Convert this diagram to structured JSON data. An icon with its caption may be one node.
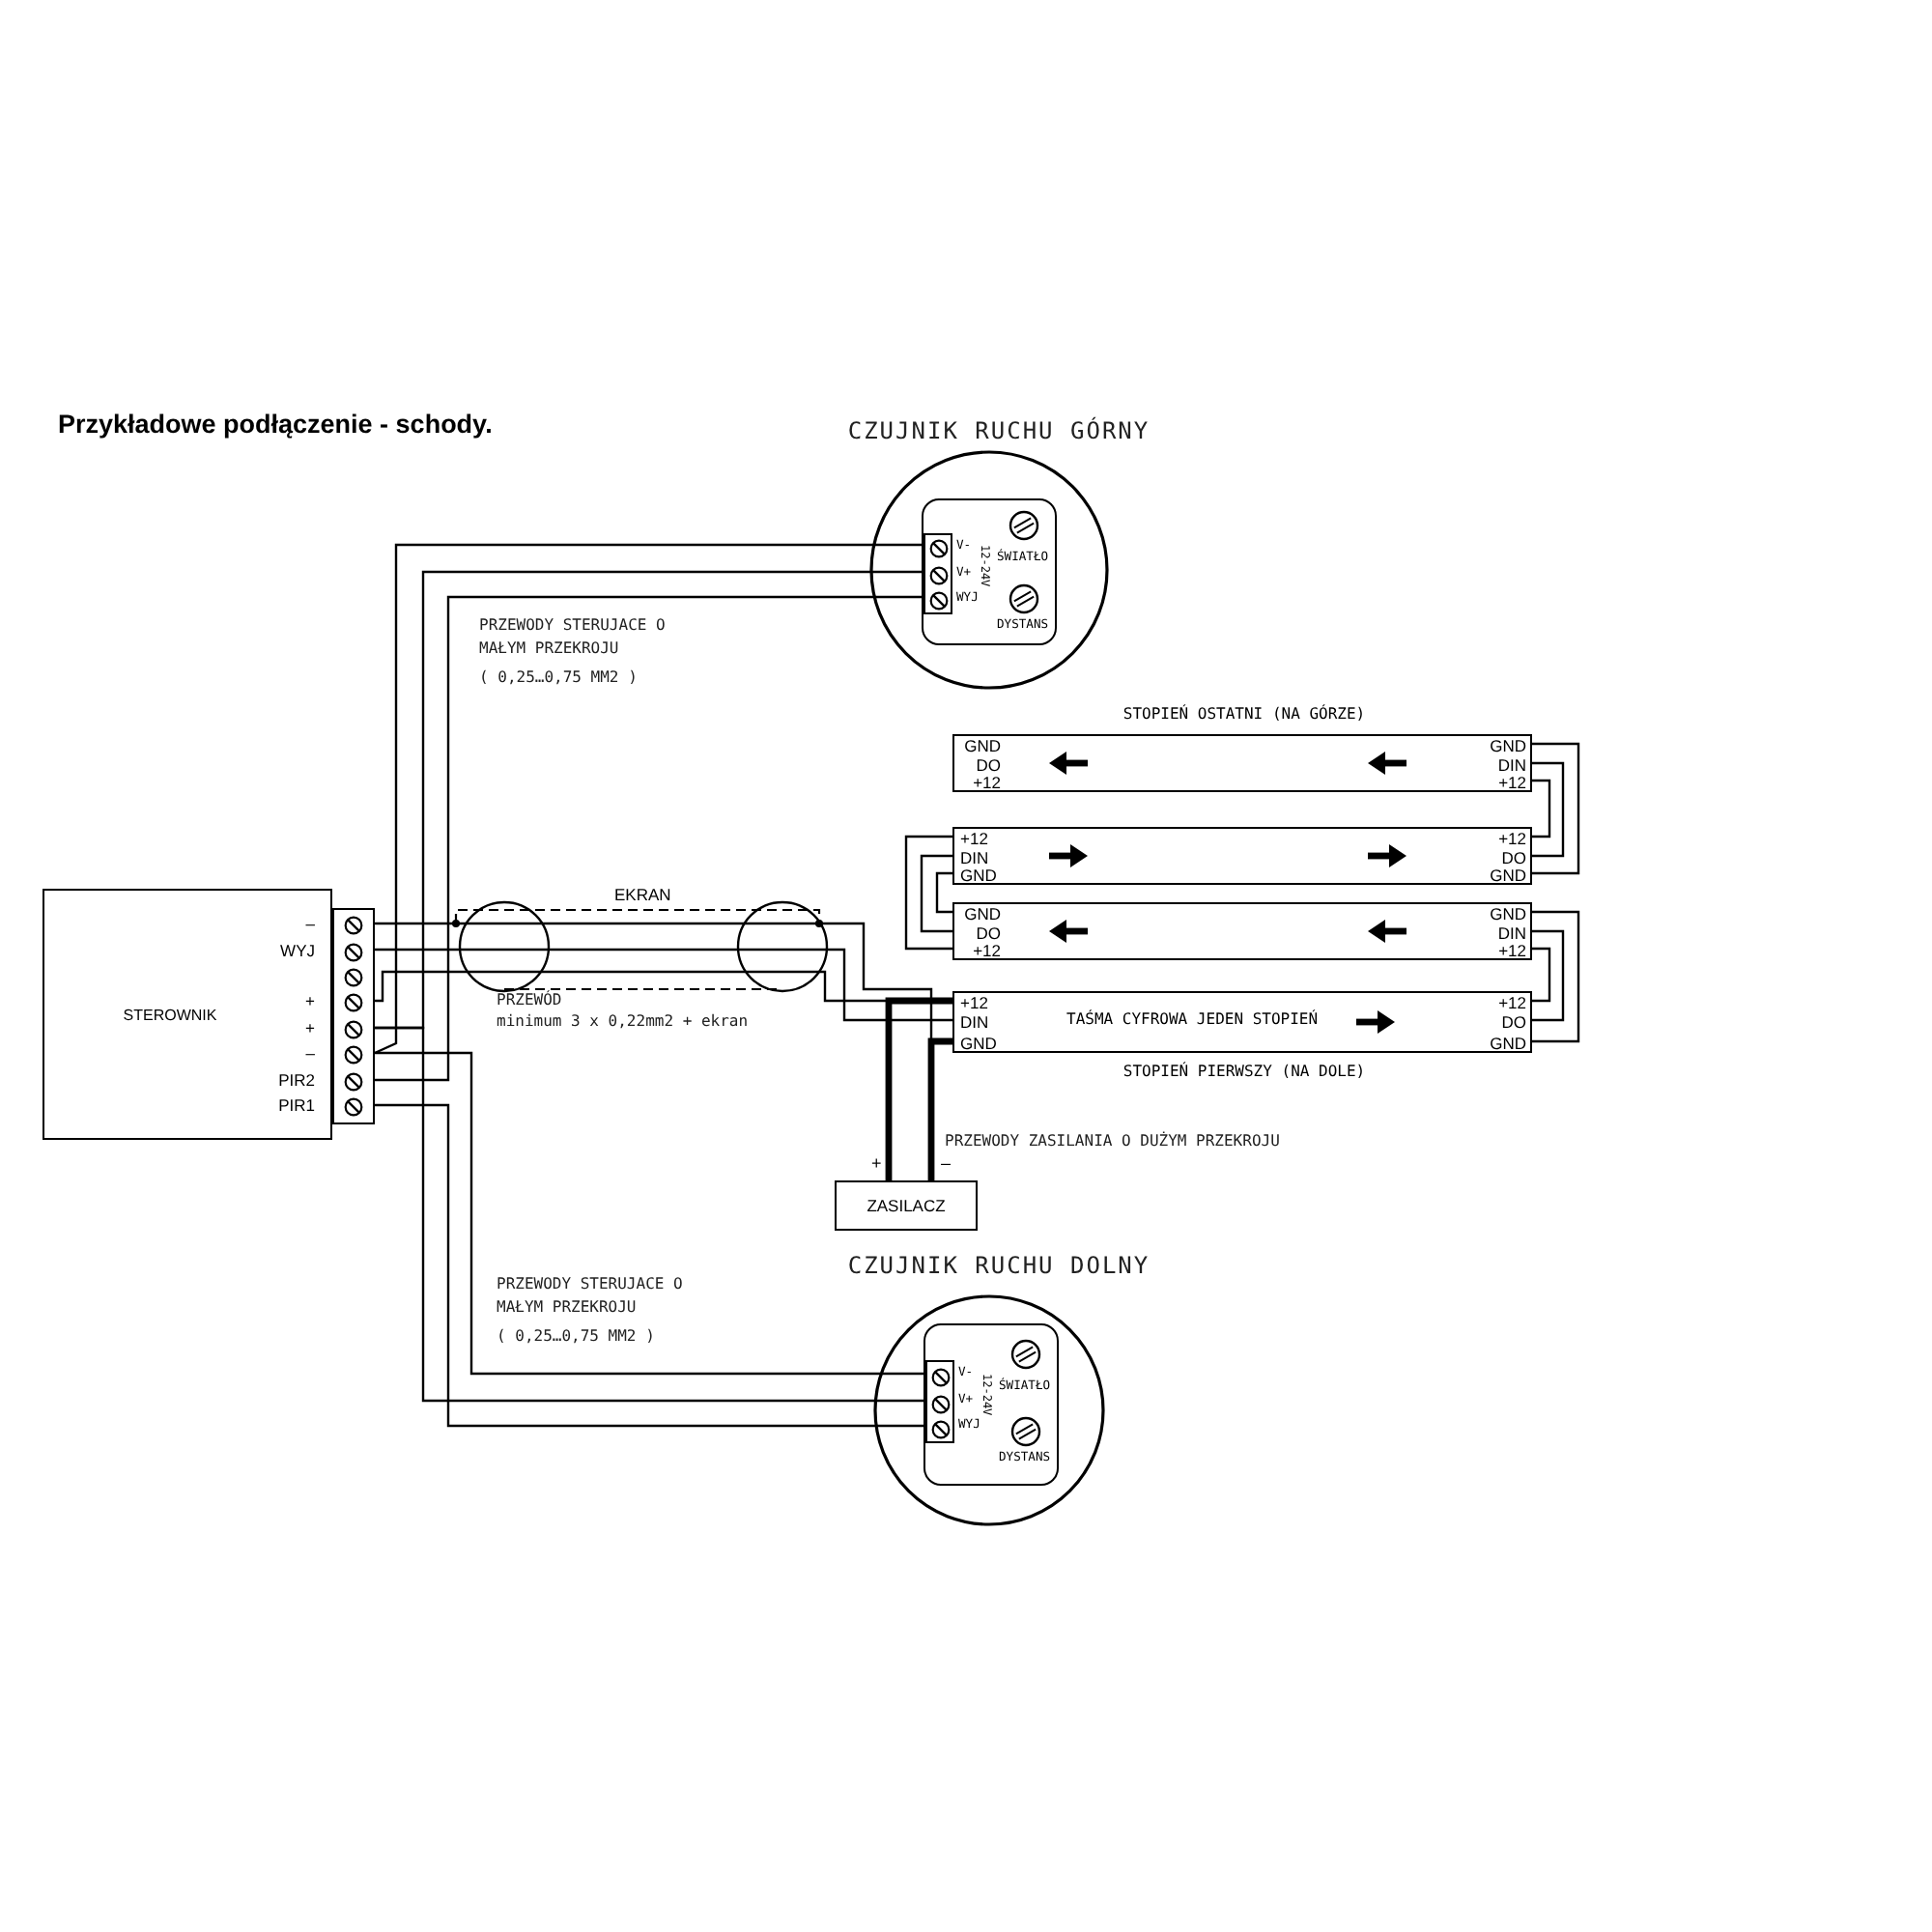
{
  "diagram": {
    "title": "Przykładowe podłączenie - schody.",
    "nodes": [
      {
        "text": [
          "STEROWNIK",
          "–",
          "WYJ",
          "+",
          "+",
          "–",
          "PIR2",
          "PIR1"
        ]
      },
      {
        "text": [],
        "shape": "box"
      },
      {
        "text": [
          "CZUJNIK RUCHU GÓRNY"
        ]
      },
      {
        "text": [
          "V-",
          "V+",
          "WYJ",
          "12-24V",
          "ŚWIATŁO",
          "DYSTANS"
        ],
        "in": 2
      },
      {
        "text": [],
        "shape": "box",
        "in": 3
      },
      {
        "text": [
          "CZUJNIK RUCHU DOLNY"
        ]
      },
      {
        "text": [
          "V-",
          "V+",
          "WYJ",
          "12-24V",
          "ŚWIATŁO",
          "DYSTANS"
        ],
        "in": 5
      },
      {
        "text": [],
        "shape": "box",
        "in": 6
      },
      {
        "text": [
          "GND",
          "DO",
          "+12",
          "GND",
          "DIN",
          "+12"
        ],
        "beside": [
          "STOPIEŃ OSTATNI (NA GÓRZE)"
        ]
      },
      {
        "text": [
          "+12",
          "DIN",
          "GND",
          "+12",
          "DO",
          "GND"
        ]
      },
      {
        "text": [
          "GND",
          "DO",
          "+12",
          "GND",
          "DIN",
          "+12"
        ]
      },
      {
        "text": [
          "+12",
          "DIN",
          "GND",
          "TAŚMA CYFROWA JEDEN STOPIEŃ",
          "+12",
          "DO",
          "GND"
        ],
        "beside": [
          "STOPIEŃ PIERWSZY (NA DOLE)"
        ]
      },
      {
        "text": [
          "ZASILACZ"
        ],
        "beside": [
          "+",
          "–"
        ]
      }
    ],
    "edges": [
      {
        "from": 1,
        "to": 4,
        "arrow": "none"
      },
      {
        "from": 1,
        "to": 4,
        "arrow": "none"
      },
      {
        "from": 1,
        "to": 4,
        "arrow": "none"
      },
      {
        "from": 1,
        "to": 7,
        "arrow": "none"
      },
      {
        "from": 1,
        "to": 7,
        "arrow": "none"
      },
      {
        "from": 1,
        "to": 7,
        "arrow": "none"
      },
      {
        "from": 1,
        "to": 11,
        "arrow": "none"
      },
      {
        "from": 1,
        "to": 11,
        "arrow": "none"
      },
      {
        "from": 1,
        "to": 11,
        "arrow": "none"
      },
      {
        "from": 12,
        "to": 11,
        "arrow": "none",
        "style": "thick"
      },
      {
        "from": 12,
        "to": 11,
        "arrow": "none",
        "style": "thick"
      },
      {
        "from": 9,
        "to": 8,
        "arrow": "none"
      },
      {
        "from": 9,
        "to": 8,
        "arrow": "none"
      },
      {
        "from": 9,
        "to": 8,
        "arrow": "none"
      },
      {
        "from": 10,
        "to": 9,
        "arrow": "none"
      },
      {
        "from": 10,
        "to": 9,
        "arrow": "none"
      },
      {
        "from": 10,
        "to": 9,
        "arrow": "none"
      },
      {
        "from": 11,
        "to": 10,
        "arrow": "none"
      },
      {
        "from": 11,
        "to": 10,
        "arrow": "none"
      },
      {
        "from": 11,
        "to": 10,
        "arrow": "none"
      }
    ],
    "labels": [
      "PRZEWODY STERUJACE O MAŁYM PRZEKROJU",
      "( 0,25…0,75 MM2 )",
      "EKRAN",
      "PRZEWÓD",
      "minimum 3 x 0,22mm2 + ekran",
      "PRZEWODY ZASILANIA O DUŻYM PRZEKROJU",
      "PRZEWODY STERUJACE O MAŁYM PRZEKROJU",
      "( 0,25…0,75 MM2 )"
    ]
  }
}
